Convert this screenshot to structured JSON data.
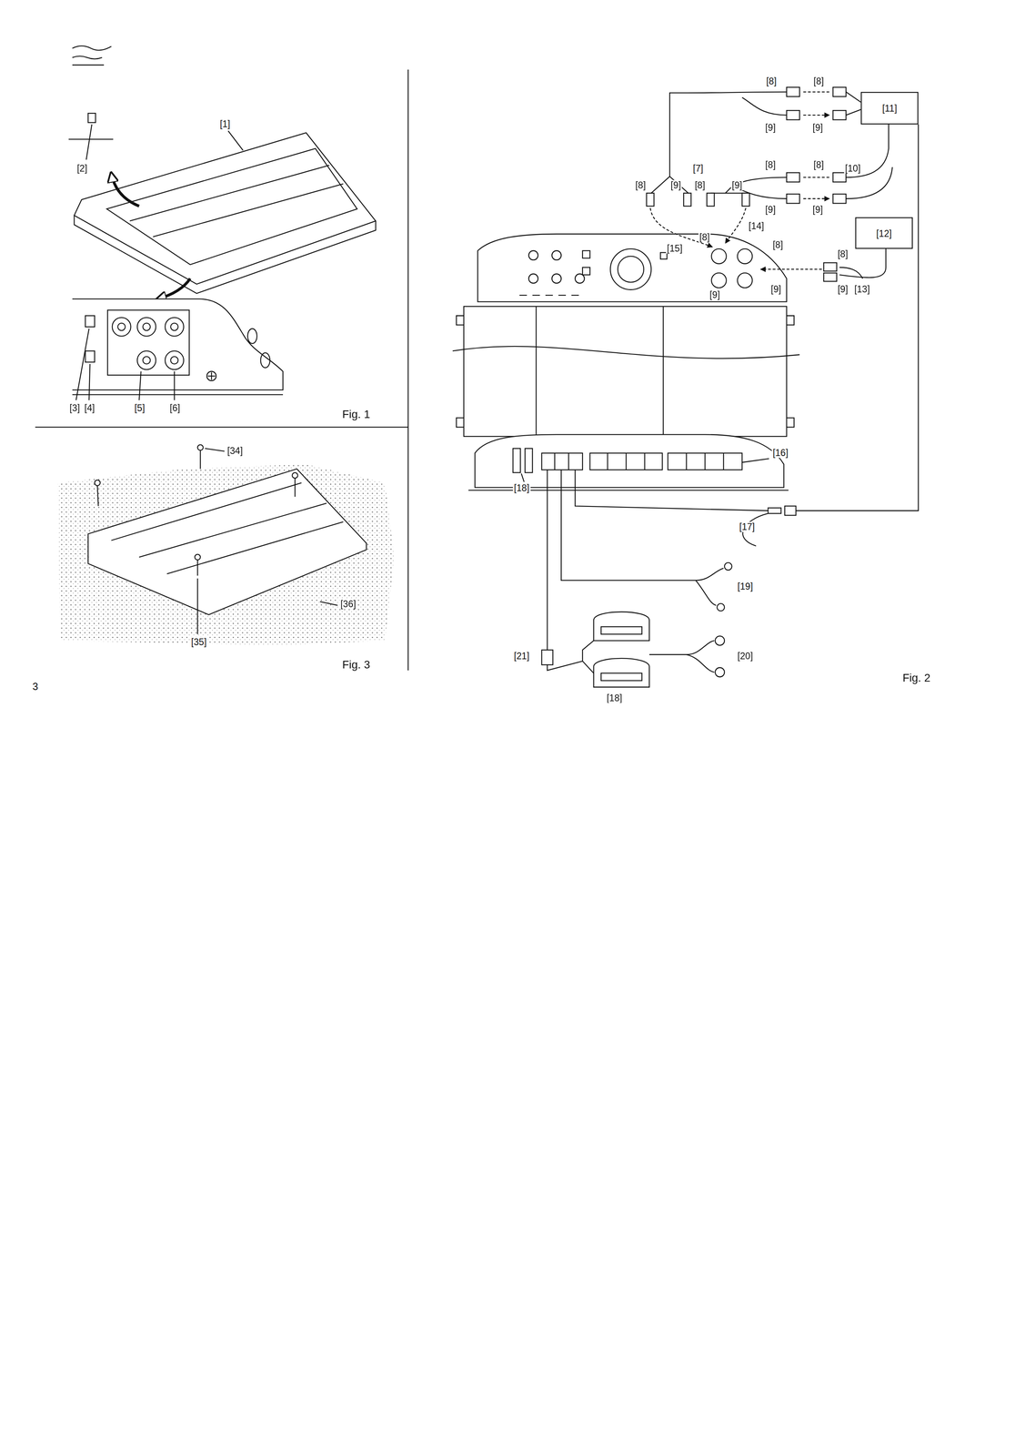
{
  "diagram": {
    "nodes": [
      {
        "text": [
          "[11]"
        ]
      },
      {
        "text": [
          "[12]"
        ]
      }
    ],
    "labels": [
      "[1]",
      "[2]",
      "[3]",
      "[4]",
      "[5]",
      "[6]",
      "Fig. 1",
      "[34]",
      "[35]",
      "[36]",
      "Fig. 3",
      "3",
      "[8]",
      "[8]",
      "[9]",
      "[9]",
      "[7]",
      "[8]",
      "[8]",
      "[10]",
      "[9]",
      "[9]",
      "[8]",
      "[9]",
      "[8]",
      "[9]",
      "[14]",
      "[8]",
      "[8]",
      "[15]",
      "[8]",
      "[9]",
      "[13]",
      "[9]",
      "[9]",
      "[16]",
      "[18]",
      "[17]",
      "[19]",
      "[21]",
      "[20]",
      "[18]",
      "Fig. 2"
    ]
  }
}
